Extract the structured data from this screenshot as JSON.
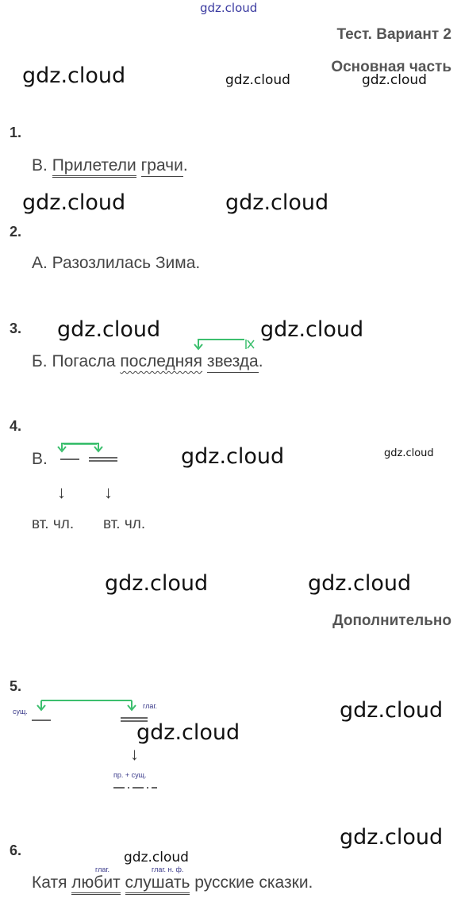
{
  "watermark": "gdz.cloud",
  "header": {
    "title": "Тест. Вариант 2",
    "section_main": "Основная часть",
    "section_extra": "Дополнительно"
  },
  "q1": {
    "number": "1.",
    "letter": "В.",
    "word1": "Прилетели",
    "word2": "грачи",
    "end": "."
  },
  "q2": {
    "number": "2.",
    "sentence": "А. Разозлилась Зима."
  },
  "q3": {
    "number": "3.",
    "letter": "Б.",
    "word1": "Погасла",
    "word2": "последняя",
    "word3": "звезда",
    "end": "."
  },
  "q4": {
    "number": "4.",
    "letter": "В.",
    "label1": "вт. чл.",
    "label2": "вт. чл."
  },
  "q5": {
    "number": "5.",
    "noun": "сущ.",
    "verb": "глаг.",
    "phrase": "пр. + сущ."
  },
  "q6": {
    "number": "6.",
    "word1": "Катя",
    "word2": "любит",
    "word3": "слушать",
    "rest": "русские сказки.",
    "label_verb": "глаг.",
    "label_inf": "глаг. н. ф."
  },
  "colors": {
    "arrow_green": "#3cbf6e",
    "text": "#444444"
  }
}
